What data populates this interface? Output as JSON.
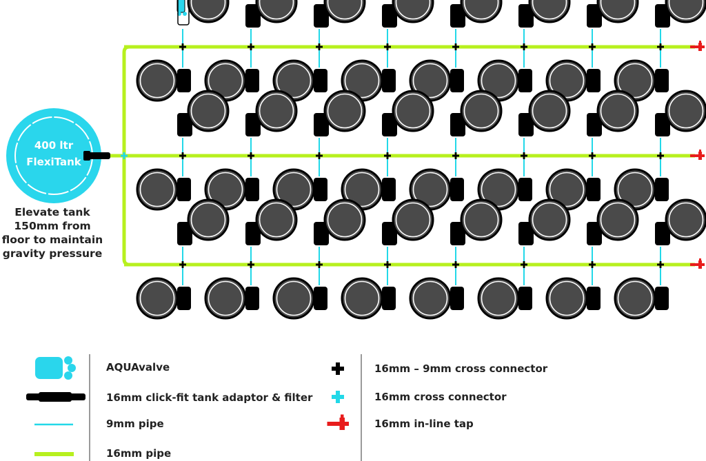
{
  "colors": {
    "pipe16": "#b7f01e",
    "pipe9": "#22d8e8",
    "tank": "#2ad6ec",
    "pot": "#4a4a4a",
    "valve": "#000000",
    "tap": "#e81c1c",
    "cross": "#000000"
  },
  "tank": {
    "line1": "400 ltr",
    "line2": "FlexiTank",
    "note": [
      "Elevate tank",
      "150mm from",
      "floor to maintain",
      "gravity pressure"
    ]
  },
  "layout": {
    "rows": 3,
    "pots_per_side": 8
  },
  "legend": {
    "left": [
      {
        "icon": "aquavalve-icon",
        "label": "AQUAvalve"
      },
      {
        "icon": "tank-adaptor-icon",
        "label": "16mm click-fit tank adaptor & filter"
      },
      {
        "icon": "pipe-9mm-icon",
        "label": "9mm pipe"
      },
      {
        "icon": "pipe-16mm-icon",
        "label": "16mm pipe"
      }
    ],
    "right": [
      {
        "icon": "cross-connector-16-9-icon",
        "label": "16mm – 9mm cross connector"
      },
      {
        "icon": "cross-connector-16-icon",
        "label": "16mm cross connector"
      },
      {
        "icon": "inline-tap-icon",
        "label": "16mm in-line tap"
      }
    ]
  }
}
